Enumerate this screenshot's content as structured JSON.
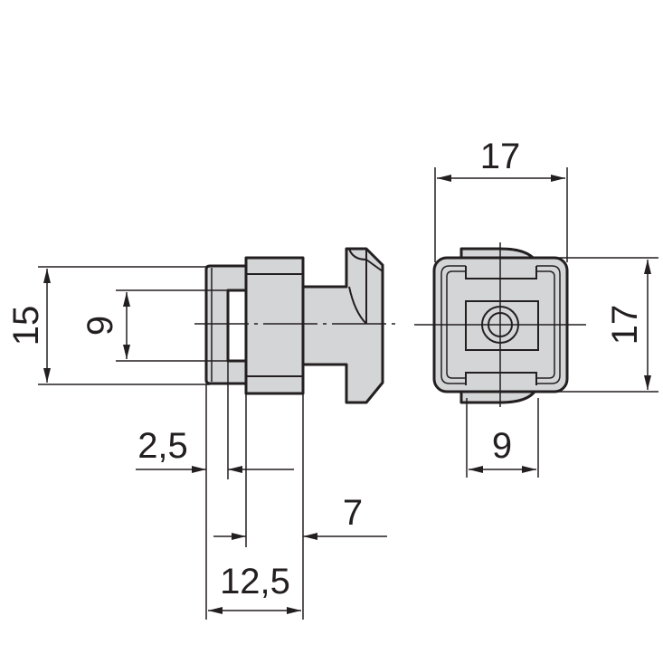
{
  "drawing": {
    "side_view": {
      "dim_height_overall": "15",
      "dim_height_window": "9",
      "dim_flange": "2,5",
      "dim_head": "7",
      "dim_length": "12,5"
    },
    "front_view": {
      "dim_width": "17",
      "dim_height": "17",
      "dim_tab_width": "9"
    },
    "colors": {
      "line": "#231f20",
      "fill": "#d4d5d6"
    }
  }
}
